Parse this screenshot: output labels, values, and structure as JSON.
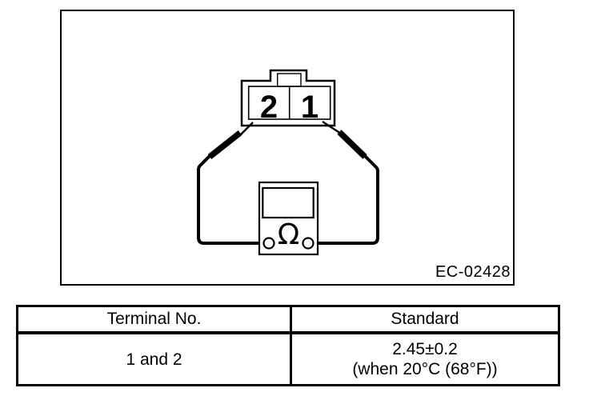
{
  "figure": {
    "id_label": "EC-02428",
    "connector": {
      "terminal_2": "2",
      "terminal_1": "1"
    },
    "multimeter": {
      "ohm_symbol": "Ω"
    }
  },
  "table": {
    "headers": {
      "terminal": "Terminal No.",
      "standard": "Standard"
    },
    "row": {
      "terminal": "1 and 2",
      "standard_line1": "2.45±0.2",
      "standard_line2": "(when 20°C (68°F))"
    }
  }
}
